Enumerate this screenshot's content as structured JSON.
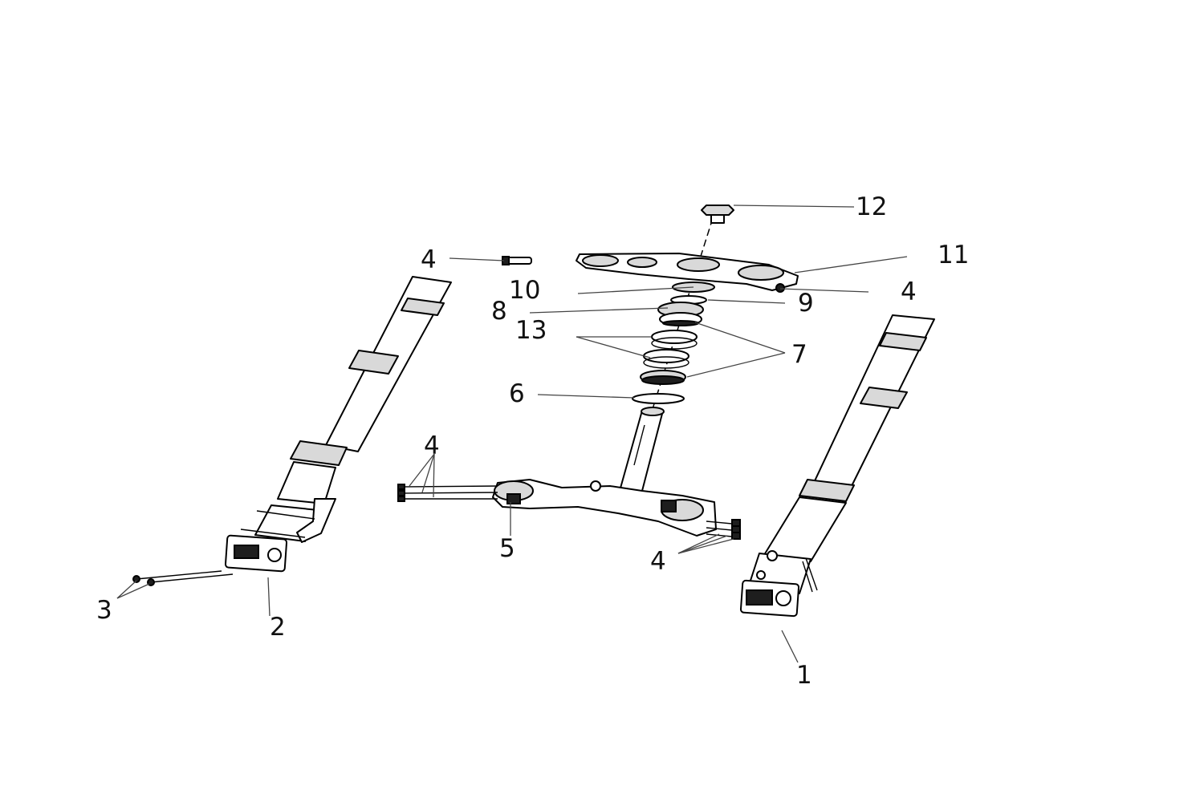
{
  "callouts": {
    "c1": "1",
    "c2": "2",
    "c3": "3",
    "c4_top_left": "4",
    "c4_top_right": "4",
    "c4_lower_left": "4",
    "c4_lower_right": "4",
    "c5": "5",
    "c6": "6",
    "c7": "7",
    "c8": "8",
    "c9": "9",
    "c10": "10",
    "c11": "11",
    "c12": "12",
    "c13": "13"
  }
}
